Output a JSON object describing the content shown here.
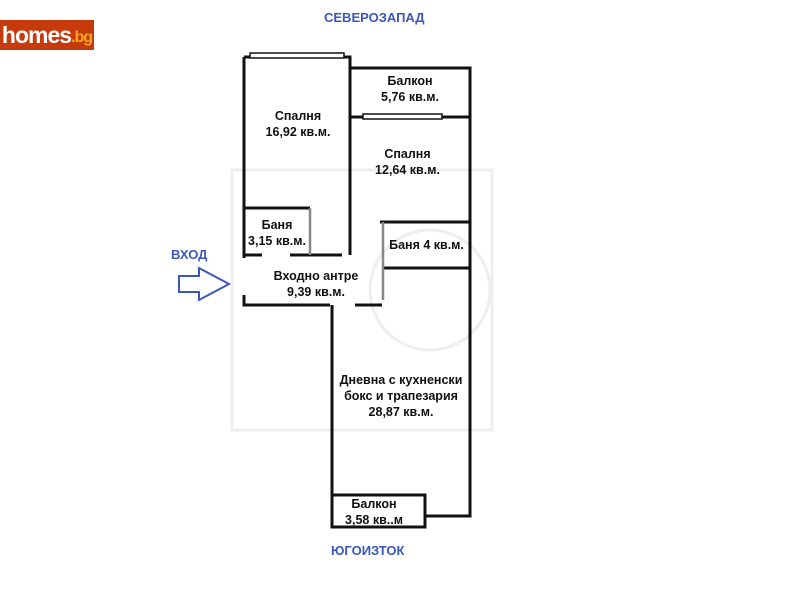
{
  "logo": {
    "main": "homes",
    "suffix": ".bg"
  },
  "directions": {
    "north": "СЕВЕРОЗАПАД",
    "south": "ЮГОИЗТОК",
    "entrance": "ВХОД"
  },
  "rooms": [
    {
      "name": "Спалня",
      "area": "16,92 кв.м."
    },
    {
      "name": "Балкон",
      "area": "5,76 кв.м."
    },
    {
      "name": "Спалня",
      "area": "12,64 кв.м."
    },
    {
      "name": "Баня",
      "area": "3,15 кв.м."
    },
    {
      "name": "Баня 4 кв.м.",
      "area": ""
    },
    {
      "name": "Входно антре",
      "area": "9,39 кв.м."
    },
    {
      "name": "Дневна с кухненски",
      "area": "бокс и трапезария",
      "extra": "28,87 кв.м."
    },
    {
      "name": "Балкон",
      "area": "3,58 кв..м"
    }
  ],
  "colors": {
    "direction": "#3b58b8",
    "logo_bg": "#c63a0c",
    "wall": "#111111"
  }
}
